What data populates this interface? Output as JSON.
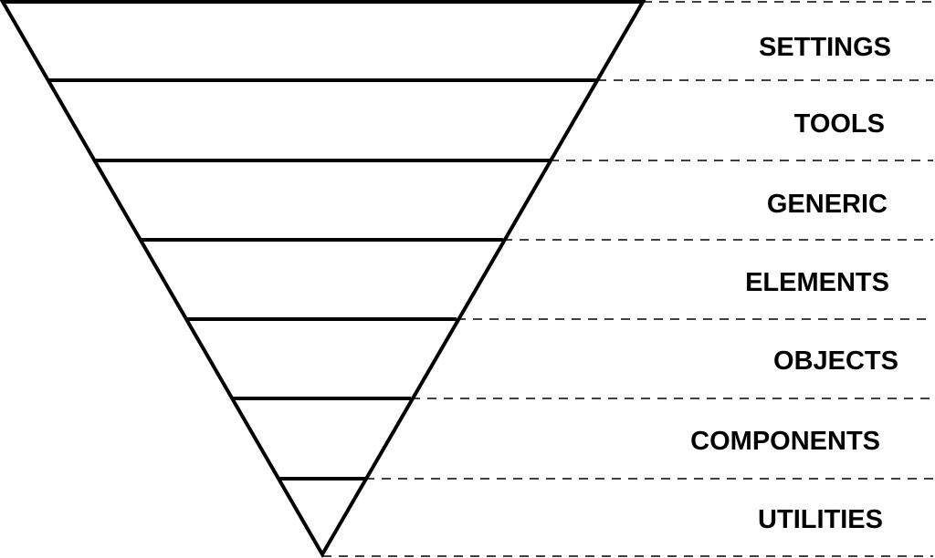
{
  "layers": [
    {
      "label": "SETTINGS"
    },
    {
      "label": "TOOLS"
    },
    {
      "label": "GENERIC"
    },
    {
      "label": "ELEMENTS"
    },
    {
      "label": "OBJECTS"
    },
    {
      "label": "COMPONENTS"
    },
    {
      "label": "UTILITIES"
    }
  ],
  "colors": {
    "stroke": "#000000",
    "background": "#ffffff"
  }
}
